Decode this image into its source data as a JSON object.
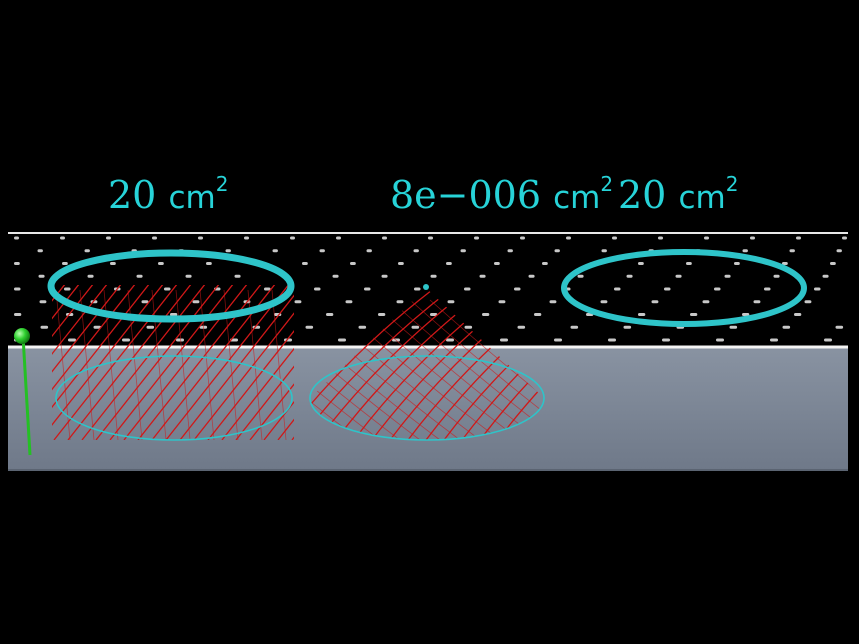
{
  "labels": {
    "left": {
      "value": "20",
      "unit": "cm",
      "exponent": "2"
    },
    "mid": {
      "value": "8e−006",
      "unit": "cm",
      "exponent": "2"
    },
    "right": {
      "value": "20",
      "unit": "cm",
      "exponent": "2"
    }
  },
  "colors": {
    "background": "#000000",
    "label": "#27d3d8",
    "ring": "#2ec4c9",
    "mesh": "#d01818",
    "grid_dot": "#c8c8c8",
    "block_front": "#7d8796",
    "block_top_edge": "#f0f0f0",
    "marker": "#22cc22"
  },
  "objects": [
    {
      "kind": "cylinder",
      "caption_ref": "labels.left"
    },
    {
      "kind": "cone",
      "caption_ref": "labels.mid"
    },
    {
      "kind": "ring",
      "caption_ref": "labels.right"
    }
  ]
}
